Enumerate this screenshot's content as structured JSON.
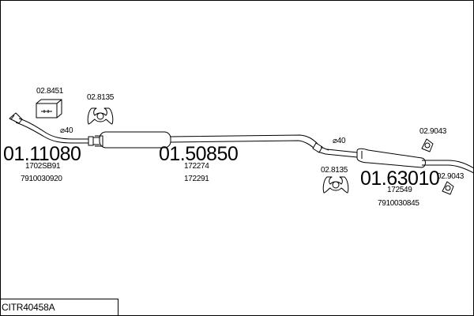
{
  "assembly_code": "CITR40458A",
  "parts": {
    "front_pipe": {
      "number": "01.11080",
      "refs": [
        "1702SB91",
        "7910030920"
      ]
    },
    "middle_silencer": {
      "number": "01.50850",
      "refs": [
        "172274",
        "172291"
      ]
    },
    "rear_silencer": {
      "number": "01.63010",
      "refs": [
        "172549",
        "7910030845"
      ]
    }
  },
  "accessories": {
    "gasket_kit": "02.8451",
    "clamp_front": "02.8135",
    "clamp_rear": "02.8135",
    "rubber_mount_1": "02.9043",
    "rubber_mount_2": "02.9043"
  },
  "diameters": {
    "front": "⌀40",
    "rear": "⌀40"
  }
}
